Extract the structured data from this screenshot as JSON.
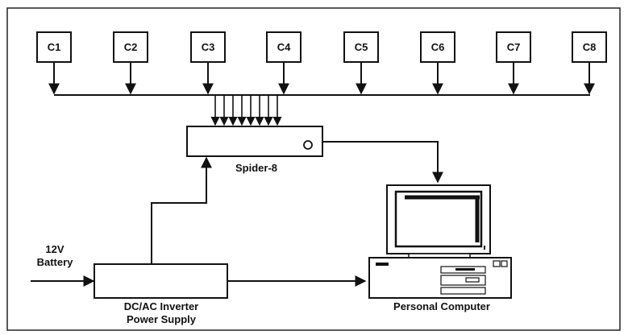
{
  "sensors": [
    "C1",
    "C2",
    "C3",
    "C4",
    "C5",
    "C6",
    "C7",
    "C8"
  ],
  "spider": {
    "label": "Spider-8"
  },
  "battery": {
    "label_line1": "12V",
    "label_line2": "Battery"
  },
  "inverter": {
    "label_line1": "DC/AC Inverter",
    "label_line2": "Power Supply"
  },
  "computer": {
    "label": "Personal Computer"
  }
}
